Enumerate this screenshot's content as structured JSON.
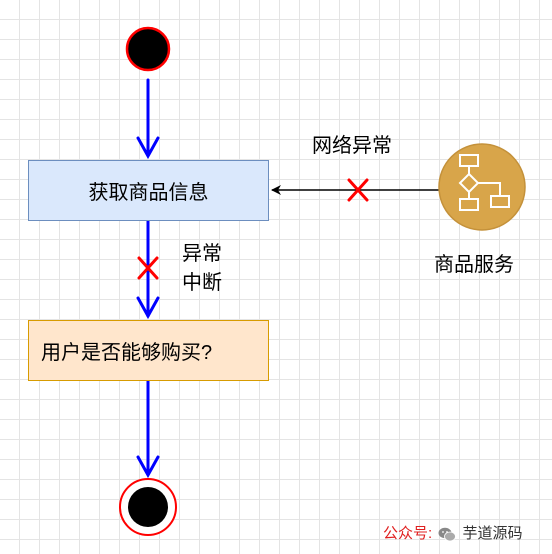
{
  "nodes": {
    "fetch_label": "获取商品信息",
    "decision_label": "用户是否能够购买?",
    "service_label": "商品服务"
  },
  "edges": {
    "network_error_label": "网络异常",
    "interrupt_label_line1": "异常",
    "interrupt_label_line2": "中断"
  },
  "watermark": {
    "prefix": "公众号:",
    "name": "芋道源码"
  },
  "colors": {
    "flow_arrow": "#0000ff",
    "error_cross": "#ff0000",
    "fetch_fill": "#dae8fc",
    "decision_fill": "#ffe6cc",
    "service_fill": "#d8a54a"
  },
  "icons": {
    "start": "start-node-icon",
    "end": "end-node-icon",
    "service": "flowchart-icon",
    "error": "cross-mark-icon"
  }
}
